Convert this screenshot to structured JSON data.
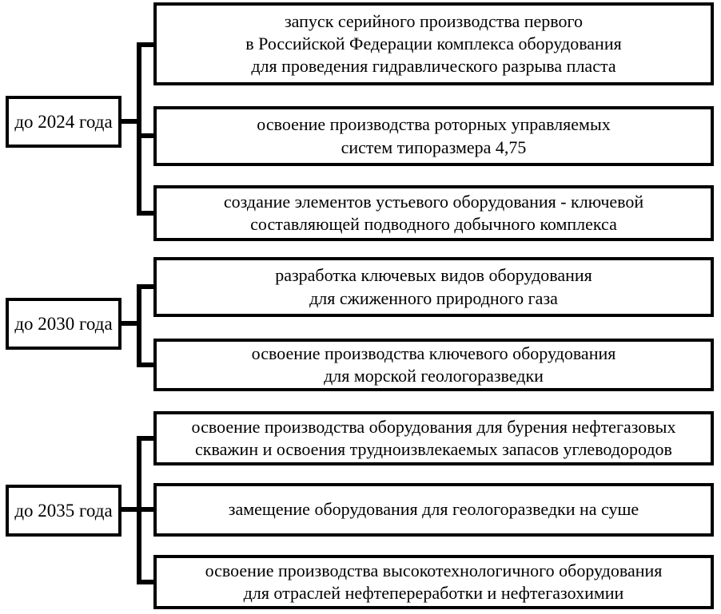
{
  "diagram": {
    "title_hint": "timeline-milestones-flowchart",
    "colors": {
      "line": "#000000",
      "background": "#ffffff",
      "text": "#000000"
    },
    "groups": [
      {
        "period": "до 2024 года",
        "items": [
          "запуск серийного производства первого\nв Российской Федерации комплекса оборудования\nдля проведения гидравлического разрыва пласта",
          "освоение производства роторных управляемых\nсистем типоразмера 4,75",
          "создание элементов устьевого оборудования - ключевой\nсоставляющей подводного добычного комплекса"
        ]
      },
      {
        "period": "до 2030 года",
        "items": [
          "разработка ключевых видов оборудования\nдля сжиженного природного газа",
          "освоение производства ключевого оборудования\nдля морской геологоразведки"
        ]
      },
      {
        "period": "до 2035 года",
        "items": [
          "освоение производства оборудования для бурения нефтегазовых\nскважин и освоения трудноизвлекаемых запасов углеводородов",
          "замещение оборудования для геологоразведки на суше",
          "освоение производства высокотехнологичного оборудования\nдля отраслей нефтепереработки и нефтегазохимии"
        ]
      }
    ]
  }
}
